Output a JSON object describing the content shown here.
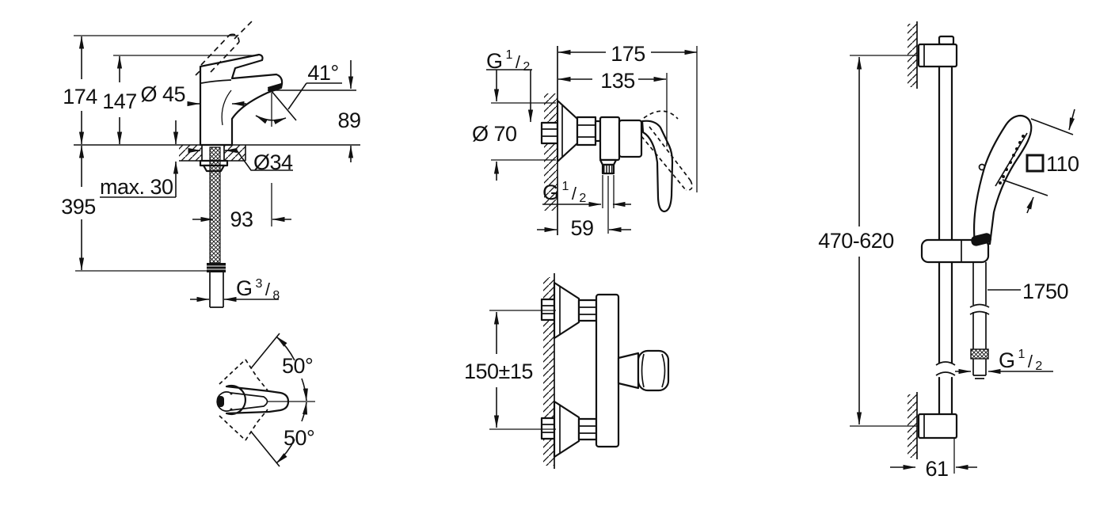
{
  "colors": {
    "line": "#111111",
    "background": "#ffffff"
  },
  "drawings": {
    "basin_mixer_side_view": {
      "dims": {
        "total_height": "174",
        "handle_top_height": "147",
        "body_diameter": "Ø 45",
        "spout_angle": "41°",
        "spout_outlet_height": "89",
        "shank_diameter": "Ø34",
        "max_deck_thickness": "max. 30",
        "supply_hose_drop": "395",
        "spout_projection": "93",
        "supply_thread": {
          "prefix": "G",
          "numerator": "3",
          "slash": "/",
          "denominator": "8"
        }
      }
    },
    "basin_mixer_handle_plan_view": {
      "dims": {
        "handle_swing_upper": "50°",
        "handle_swing_lower": "50°"
      }
    },
    "shower_mixer_side_view": {
      "dims": {
        "wall_union_thread": {
          "prefix": "G",
          "numerator": "1",
          "slash": "/",
          "denominator": "2"
        },
        "overall_projection": "175",
        "body_projection": "135",
        "escutcheon_diameter": "Ø 70",
        "outlet_thread": {
          "prefix": "G",
          "numerator": "1",
          "slash": "/",
          "denominator": "2"
        },
        "outlet_wall_distance": "59"
      }
    },
    "shower_mixer_plan_view": {
      "dims": {
        "inlet_union_spacing": "150±15"
      }
    },
    "shower_rail_set_view": {
      "dims": {
        "bracket_distance_range": "470-620",
        "spray_head_size": "110",
        "hose_length": "1750",
        "hose_thread": {
          "prefix": "G",
          "numerator": "1",
          "slash": "/",
          "denominator": "2"
        },
        "rail_wall_offset": "61"
      }
    }
  }
}
